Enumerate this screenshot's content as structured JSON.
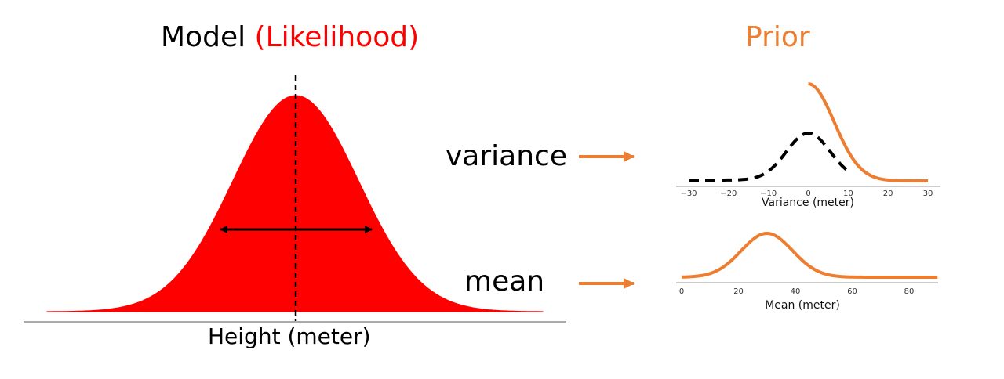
{
  "titles": {
    "model": "Model",
    "likelihood": "(Likelihood)",
    "prior": "Prior"
  },
  "labels": {
    "variance": "variance",
    "mean": "mean",
    "height_axis": "Height (meter)"
  },
  "variance_plot": {
    "xlabel": "Variance (meter)",
    "ticks": [
      "−30",
      "−20",
      "−10",
      "0",
      "10",
      "20",
      "30"
    ]
  },
  "mean_plot": {
    "xlabel": "Mean (meter)",
    "ticks": [
      "0",
      "20",
      "40",
      "60",
      "80"
    ]
  },
  "colors": {
    "likelihood": "#ff0000",
    "prior": "#ed7d31",
    "dashed": "#000000"
  }
}
